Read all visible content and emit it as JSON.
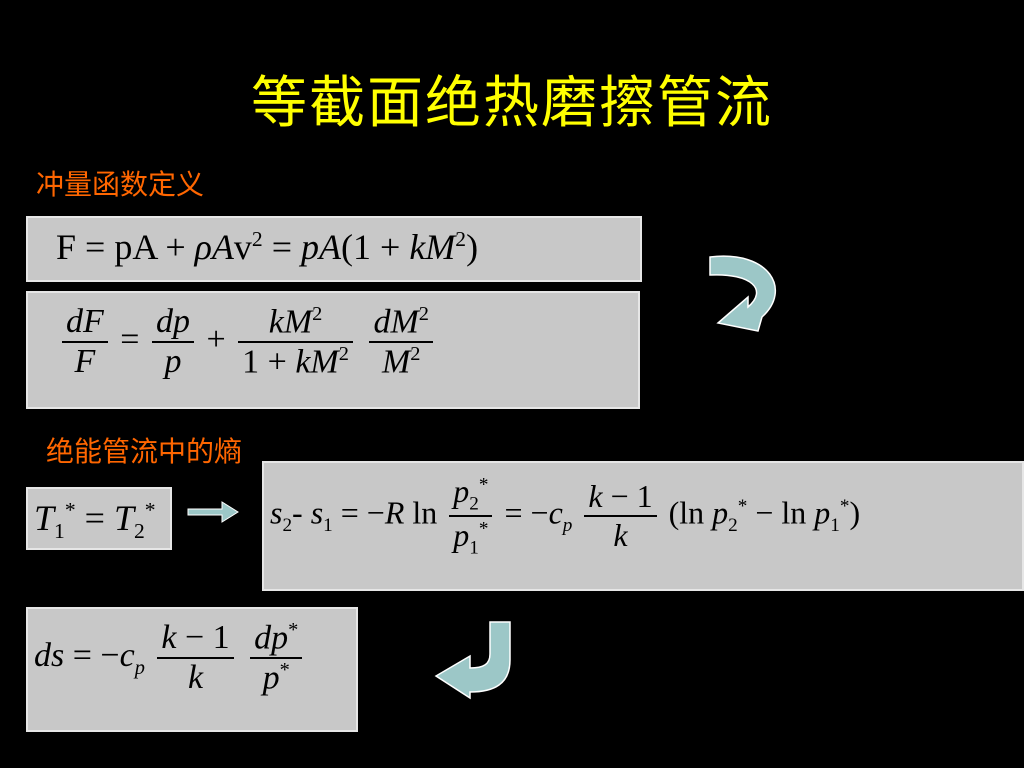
{
  "title": "等截面绝热磨擦管流",
  "sections": {
    "impulse": "冲量函数定义",
    "entropy": "绝能管流中的熵"
  },
  "colors": {
    "title": "#ffff00",
    "section": "#ff6600",
    "box": "#c8c8c8",
    "arrow": "#9cc7c7"
  },
  "icons": {
    "curved_arrow_1": "curved-arrow-icon",
    "right_arrow": "right-arrow-icon",
    "curved_arrow_2": "curved-arrow-icon"
  }
}
